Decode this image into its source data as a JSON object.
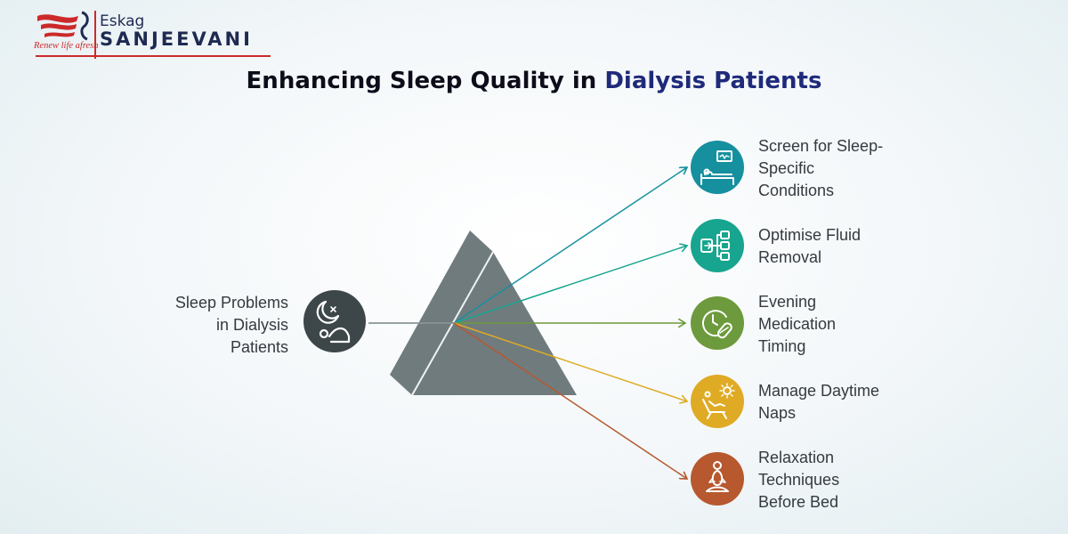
{
  "logo": {
    "brand": "Eskag",
    "sub": "SANJEEVANI",
    "tagline": "Renew life afresh",
    "colors": {
      "red": "#cc2a2a",
      "navy": "#1f2a52"
    }
  },
  "title": {
    "part1": "Enhancing Sleep Quality in ",
    "part2": "Dialysis Patients"
  },
  "source": {
    "label": "Sleep Problems\nin Dialysis\nPatients",
    "icon": "moon-sleeping-person-icon",
    "color": "#3d4648"
  },
  "prism": {
    "color": "#707b7e",
    "dark": "#5f696c"
  },
  "outputs": [
    {
      "label": "Screen for Sleep-\nSpecific\nConditions",
      "icon": "bed-monitor-icon",
      "color": "#16909f"
    },
    {
      "label": "Optimise Fluid\nRemoval",
      "icon": "flow-chart-icon",
      "color": "#18a58f"
    },
    {
      "label": "Evening\nMedication\nTiming",
      "icon": "clock-pill-icon",
      "color": "#6d9a3c"
    },
    {
      "label": "Manage Daytime\nNaps",
      "icon": "lounge-chair-sun-icon",
      "color": "#dfab25"
    },
    {
      "label": "Relaxation\nTechniques\nBefore Bed",
      "icon": "meditation-icon",
      "color": "#b7582f"
    }
  ]
}
